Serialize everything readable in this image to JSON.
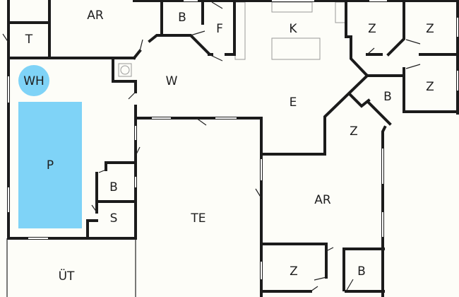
{
  "plan": {
    "colors": {
      "wall": "#1b1b1b",
      "pool": "#7fd3f7",
      "whirlpool": "#7fd3f7",
      "background": "#fdfdf8"
    },
    "rooms": [
      {
        "id": "ar-top",
        "label": "AR"
      },
      {
        "id": "t",
        "label": "T"
      },
      {
        "id": "b-top",
        "label": "B"
      },
      {
        "id": "f",
        "label": "F"
      },
      {
        "id": "k",
        "label": "K"
      },
      {
        "id": "z1",
        "label": "Z"
      },
      {
        "id": "z2",
        "label": "Z"
      },
      {
        "id": "wh",
        "label": "WH"
      },
      {
        "id": "w",
        "label": "W"
      },
      {
        "id": "e",
        "label": "E"
      },
      {
        "id": "b-mid",
        "label": "B"
      },
      {
        "id": "z3",
        "label": "Z"
      },
      {
        "id": "z4",
        "label": "Z"
      },
      {
        "id": "p",
        "label": "P"
      },
      {
        "id": "b-pool",
        "label": "B"
      },
      {
        "id": "ar-bottom",
        "label": "AR"
      },
      {
        "id": "s",
        "label": "S"
      },
      {
        "id": "te",
        "label": "TE"
      },
      {
        "id": "ut",
        "label": "ÜT"
      },
      {
        "id": "z5",
        "label": "Z"
      },
      {
        "id": "b-bottom",
        "label": "B"
      }
    ]
  }
}
